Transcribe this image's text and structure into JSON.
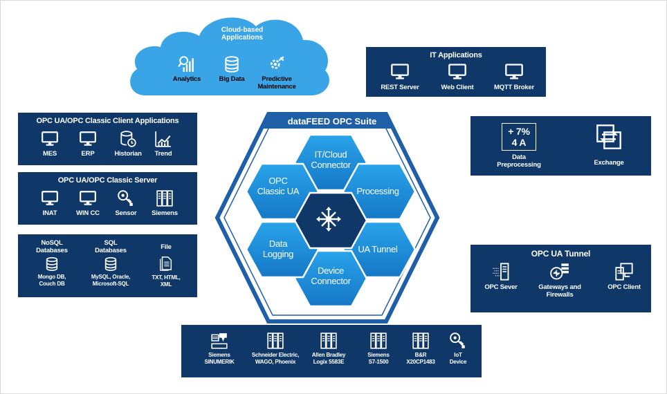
{
  "cloud": {
    "title": "Cloud-based Applications",
    "items": [
      {
        "label": "Analytics",
        "icon": "analytics-icon"
      },
      {
        "label": "Big Data",
        "icon": "database-icon"
      },
      {
        "label": "Predictive Maintenance",
        "icon": "gear-wrench-icon"
      }
    ]
  },
  "it_apps": {
    "title": "IT Applications",
    "items": [
      {
        "label": "REST Server",
        "icon": "monitor-icon"
      },
      {
        "label": "Web Client",
        "icon": "monitor-icon"
      },
      {
        "label": "MQTT Broker",
        "icon": "monitor-icon"
      }
    ]
  },
  "client_apps": {
    "title": "OPC UA/OPC Classic Client Applications",
    "items": [
      {
        "label": "MES",
        "icon": "monitor-icon"
      },
      {
        "label": "ERP",
        "icon": "monitor-icon"
      },
      {
        "label": "Historian",
        "icon": "historian-icon"
      },
      {
        "label": "Trend",
        "icon": "trend-chart-icon"
      }
    ]
  },
  "server": {
    "title": "OPC UA/OPC Classic Server",
    "items": [
      {
        "label": "INAT",
        "icon": "monitor-icon"
      },
      {
        "label": "WIN CC",
        "icon": "monitor-icon"
      },
      {
        "label": "Sensor",
        "icon": "sensor-icon"
      },
      {
        "label": "Siemens",
        "icon": "plc-icon"
      }
    ]
  },
  "databases": {
    "items": [
      {
        "title": "NoSQL Databases",
        "detail": "Mongo DB, Couch DB",
        "icon": "database-icon"
      },
      {
        "title": "SQL Databases",
        "detail": "MySQL, Oracle, Microsoft-SQL",
        "icon": "database-icon"
      },
      {
        "title": "File",
        "detail": "TXT, HTML, XML",
        "icon": "file-icon"
      }
    ]
  },
  "processing_panel": {
    "items": [
      {
        "label": "Data Preprocessing",
        "icon": "calculator-icon",
        "glyph": "+ 7% 4 A"
      },
      {
        "label": "Exchange",
        "icon": "exchange-icon"
      }
    ]
  },
  "tunnel": {
    "title": "OPC UA Tunnel",
    "items": [
      {
        "label": "OPC Sever",
        "icon": "server-icon"
      },
      {
        "label": "Gateways and Firewalls",
        "icon": "gateway-firewall-icon"
      },
      {
        "label": "OPC Client",
        "icon": "client-icon"
      }
    ]
  },
  "devices": {
    "items": [
      {
        "line1": "Siemens",
        "line2": "SINUMERIK",
        "icon": "cnc-machine-icon"
      },
      {
        "line1": "Schneider Electric,",
        "line2": "WAGO, Phoenix",
        "icon": "plc-icon"
      },
      {
        "line1": "Allen Bradley",
        "line2": "Logix 5583E",
        "icon": "plc-icon"
      },
      {
        "line1": "Siemens",
        "line2": "S7-1500",
        "icon": "plc-icon"
      },
      {
        "line1": "B&R",
        "line2": "X20CP1483",
        "icon": "plc-icon"
      },
      {
        "line1": "IoT",
        "line2": "Device",
        "icon": "sensor-icon"
      }
    ]
  },
  "suite": {
    "title": "dataFEED OPC Suite",
    "center_icon": "arrows-out-icon",
    "modules": [
      {
        "label": "IT/Cloud Connector"
      },
      {
        "label": "Processing"
      },
      {
        "label": "UA Tunnel"
      },
      {
        "label": "Device Connector"
      },
      {
        "label": "Data Logging"
      },
      {
        "label": "OPC Classic UA"
      }
    ]
  },
  "colors": {
    "navy": "#0f3868",
    "hex_blue": "#1f90d8",
    "cloud_blue": "#3aa5e6",
    "frame_blue": "#1e5fa8"
  }
}
